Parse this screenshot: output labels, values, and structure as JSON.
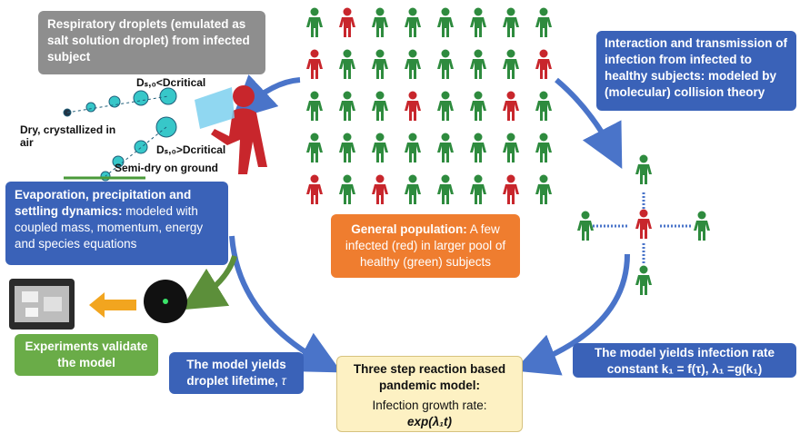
{
  "boxes": {
    "droplets": "Respiratory droplets (emulated as salt solution droplet) from infected subject",
    "interaction_bold": "Interaction and transmission of infection from infected to healthy subjects:",
    "interaction_rest": " modeled by (molecular) collision theory",
    "evaporation_bold": "Evaporation, precipitation and settling dynamics:",
    "evaporation_rest": " modeled with coupled mass, momentum, energy and species equations",
    "population_bold": "General population:",
    "population_rest": " A few infected (red) in larger pool of healthy (green) subjects",
    "experiments": "Experiments validate the model",
    "lifetime_text": "The model yields droplet lifetime,",
    "lifetime_symbol": "τ",
    "rate_line1": "The model yields infection rate",
    "rate_line2": "constant k₁ = f(τ), λ₁ =g(k₁)",
    "pandemic_title": "Three step reaction based pandemic model:",
    "growth_label": "Infection growth rate:",
    "growth_formula": "exp(λ₁t)"
  },
  "labels": {
    "ds_lt": "Dₛ,₀<Dcritical",
    "ds_gt": "Dₛ,₀>Dcritical",
    "dry": "Dry, crystallized in air",
    "semidry": "Semi-dry on ground"
  },
  "population_grid": [
    [
      "g",
      "r",
      "g",
      "g",
      "g",
      "g",
      "g",
      "g"
    ],
    [
      "r",
      "g",
      "g",
      "g",
      "g",
      "g",
      "g",
      "r"
    ],
    [
      "g",
      "g",
      "g",
      "r",
      "g",
      "g",
      "r",
      "g"
    ],
    [
      "g",
      "g",
      "g",
      "g",
      "g",
      "g",
      "g",
      "g"
    ],
    [
      "r",
      "g",
      "r",
      "g",
      "g",
      "g",
      "r",
      "g"
    ]
  ],
  "colors": {
    "infected": "#c8262c",
    "healthy": "#2e8b3e",
    "blue_box": "#3a62b8",
    "arrow": "#4a74c9"
  }
}
